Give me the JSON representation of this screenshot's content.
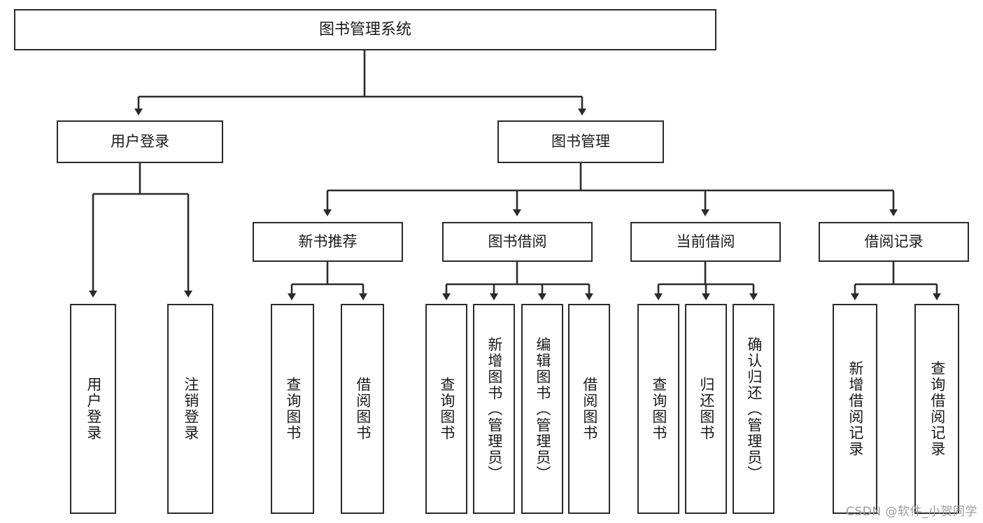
{
  "diagram": {
    "title": "图书管理系统",
    "type": "tree",
    "watermark": "CSDN @软件_小贺同学",
    "colors": {
      "box_border": "#2b2b2b",
      "box_fill": "#ffffff",
      "connector": "#2b2b2b",
      "text": "#1a1a1a",
      "watermark": "#9a9a9a"
    },
    "levels": {
      "root": "图书管理系统",
      "level2": [
        "用户登录",
        "图书管理"
      ],
      "level3": [
        "新书推荐",
        "图书借阅",
        "当前借阅",
        "借阅记录"
      ]
    },
    "nodes": {
      "root": {
        "label": "图书管理系统",
        "orientation": "horizontal"
      },
      "user_login": {
        "label": "用户登录",
        "orientation": "horizontal"
      },
      "book_manage": {
        "label": "图书管理",
        "orientation": "horizontal"
      },
      "new_book_rec": {
        "label": "新书推荐",
        "orientation": "horizontal"
      },
      "book_borrow": {
        "label": "图书借阅",
        "orientation": "horizontal"
      },
      "current_borrow": {
        "label": "当前借阅",
        "orientation": "horizontal"
      },
      "borrow_record": {
        "label": "借阅记录",
        "orientation": "horizontal"
      },
      "leaf_user_login": {
        "label": "用户登录",
        "orientation": "vertical"
      },
      "leaf_logout": {
        "label": "注销登录",
        "orientation": "vertical"
      },
      "leaf_query_book_1": {
        "label": "查询图书",
        "orientation": "vertical"
      },
      "leaf_borrow_book_1": {
        "label": "借阅图书",
        "orientation": "vertical"
      },
      "leaf_query_book_2": {
        "label": "查询图书",
        "orientation": "vertical"
      },
      "leaf_add_book": {
        "label": "新增图书（管理员）",
        "orientation": "vertical"
      },
      "leaf_edit_book": {
        "label": "编辑图书（管理员）",
        "orientation": "vertical"
      },
      "leaf_borrow_book_2": {
        "label": "借阅图书",
        "orientation": "vertical"
      },
      "leaf_query_book_3": {
        "label": "查询图书",
        "orientation": "vertical"
      },
      "leaf_return_book": {
        "label": "归还图书",
        "orientation": "vertical"
      },
      "leaf_confirm_return": {
        "label": "确认归还（管理员）",
        "orientation": "vertical"
      },
      "leaf_add_record": {
        "label": "新增借阅记录",
        "orientation": "vertical"
      },
      "leaf_query_record": {
        "label": "查询借阅记录",
        "orientation": "vertical"
      }
    },
    "edges": [
      {
        "from": "root",
        "to": "用户登录"
      },
      {
        "from": "root",
        "to": "图书管理"
      },
      {
        "from": "用户登录",
        "to": "用户登录(叶)"
      },
      {
        "from": "用户登录",
        "to": "注销登录"
      },
      {
        "from": "图书管理",
        "to": "新书推荐"
      },
      {
        "from": "图书管理",
        "to": "图书借阅"
      },
      {
        "from": "图书管理",
        "to": "当前借阅"
      },
      {
        "from": "图书管理",
        "to": "借阅记录"
      },
      {
        "from": "新书推荐",
        "to": "查询图书"
      },
      {
        "from": "新书推荐",
        "to": "借阅图书"
      },
      {
        "from": "图书借阅",
        "to": "查询图书"
      },
      {
        "from": "图书借阅",
        "to": "新增图书（管理员）"
      },
      {
        "from": "图书借阅",
        "to": "编辑图书（管理员）"
      },
      {
        "from": "图书借阅",
        "to": "借阅图书"
      },
      {
        "from": "当前借阅",
        "to": "查询图书"
      },
      {
        "from": "当前借阅",
        "to": "归还图书"
      },
      {
        "from": "当前借阅",
        "to": "确认归还（管理员）"
      },
      {
        "from": "借阅记录",
        "to": "新增借阅记录"
      },
      {
        "from": "借阅记录",
        "to": "查询借阅记录"
      }
    ]
  }
}
